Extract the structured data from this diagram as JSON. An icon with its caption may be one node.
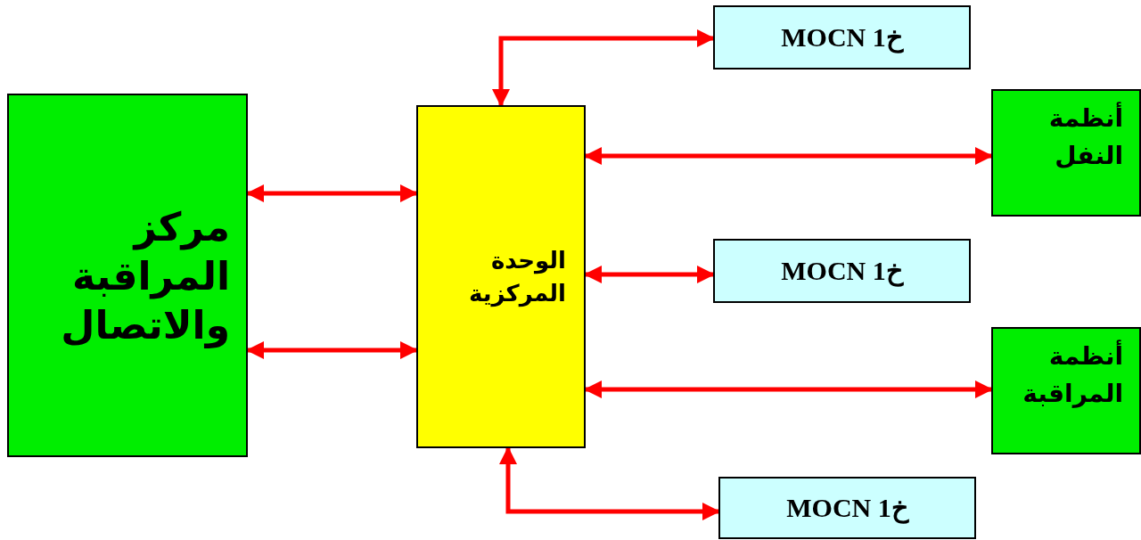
{
  "diagram": {
    "nodes": [
      {
        "text": [
          "مركز المراقبة والاتصال"
        ]
      },
      {
        "text": [
          "الوحدة المركزية"
        ]
      },
      {
        "text": [
          "خ1 MOCN"
        ]
      },
      {
        "text": [
          "أنظمة النفل"
        ]
      },
      {
        "text": [
          "خ1 MOCN"
        ]
      },
      {
        "text": [
          "أنظمة المراقبة"
        ]
      },
      {
        "text": [
          "خ1 MOCN"
        ]
      }
    ],
    "edges": [
      {
        "from": 0,
        "to": 1,
        "arrow": "both"
      },
      {
        "from": 0,
        "to": 1,
        "arrow": "both"
      },
      {
        "from": 1,
        "to": 2,
        "arrow": "both"
      },
      {
        "from": 1,
        "to": 3,
        "arrow": "both"
      },
      {
        "from": 1,
        "to": 4,
        "arrow": "both"
      },
      {
        "from": 1,
        "to": 5,
        "arrow": "both"
      },
      {
        "from": 1,
        "to": 6,
        "arrow": "both"
      }
    ]
  }
}
